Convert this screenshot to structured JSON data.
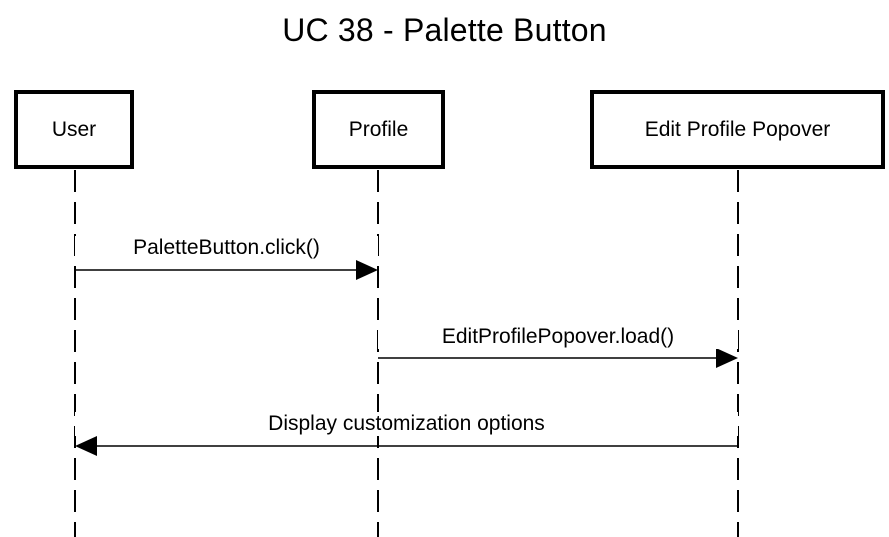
{
  "title": "UC 38 - Palette Button",
  "lifelines": {
    "user": "User",
    "profile": "Profile",
    "edit_profile_popover": "Edit Profile Popover"
  },
  "messages": [
    {
      "label": "PaletteButton.click()",
      "from": "User",
      "to": "Profile"
    },
    {
      "label": "EditProfilePopover.load()",
      "from": "Profile",
      "to": "Edit Profile Popover"
    },
    {
      "label": "Display customization options",
      "from": "Edit Profile Popover",
      "to": "User"
    }
  ]
}
